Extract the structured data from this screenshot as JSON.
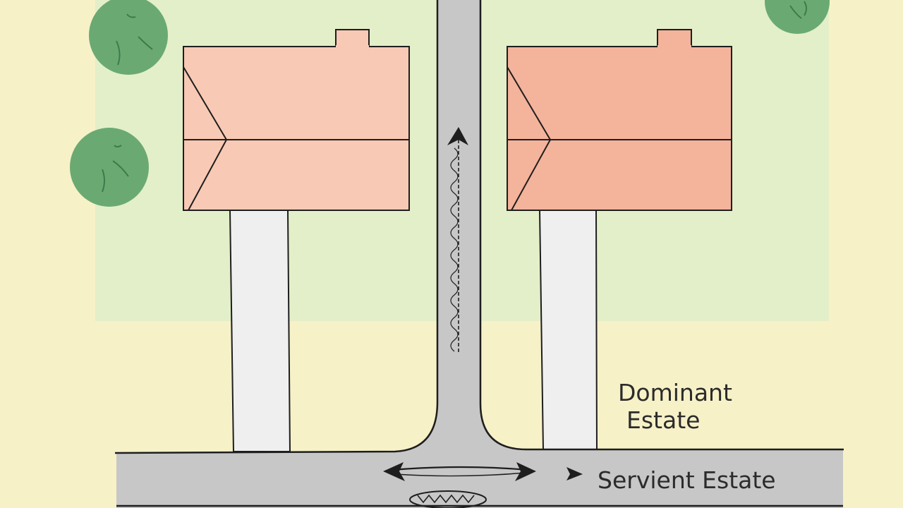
{
  "labels": {
    "dominant_line1": "Dominant",
    "dominant_line2": "Estate",
    "servient": "Servient Estate"
  },
  "colors": {
    "background_yellow": "#f7f1c8",
    "lawn_green": "#e3efc8",
    "tree_green": "#6aaa72",
    "house_left": "#f8c9b4",
    "house_right": "#f4b39b",
    "road_gray": "#c7c7c7",
    "driveway": "#efefef",
    "outline": "#1e1e1e"
  }
}
